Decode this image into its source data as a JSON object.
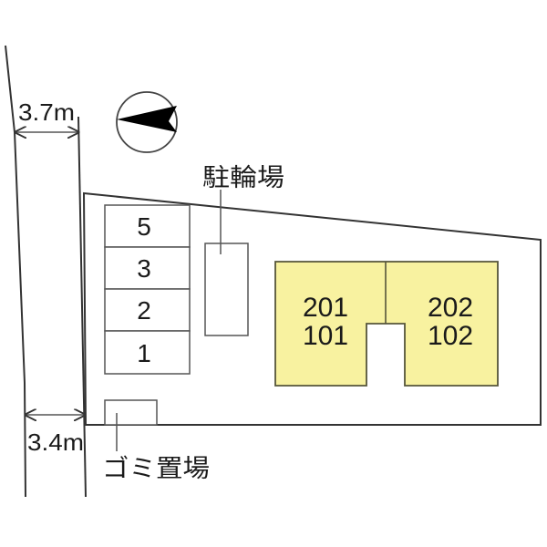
{
  "plan": {
    "compass": {
      "icon": "north-arrow-icon",
      "pointing": "left"
    },
    "dimensions": {
      "top_gap": {
        "label": "3.7m"
      },
      "bottom_gap": {
        "label": "3.4m"
      }
    },
    "bicycle_parking": {
      "label": "駐輪場"
    },
    "garbage_area": {
      "label": "ゴミ置場"
    },
    "parking_spaces": [
      "5",
      "3",
      "2",
      "1"
    ],
    "building": {
      "left_unit": {
        "upper": "201",
        "lower": "101"
      },
      "right_unit": {
        "upper": "202",
        "lower": "102"
      },
      "fill_color": "#f8f2a0"
    }
  }
}
